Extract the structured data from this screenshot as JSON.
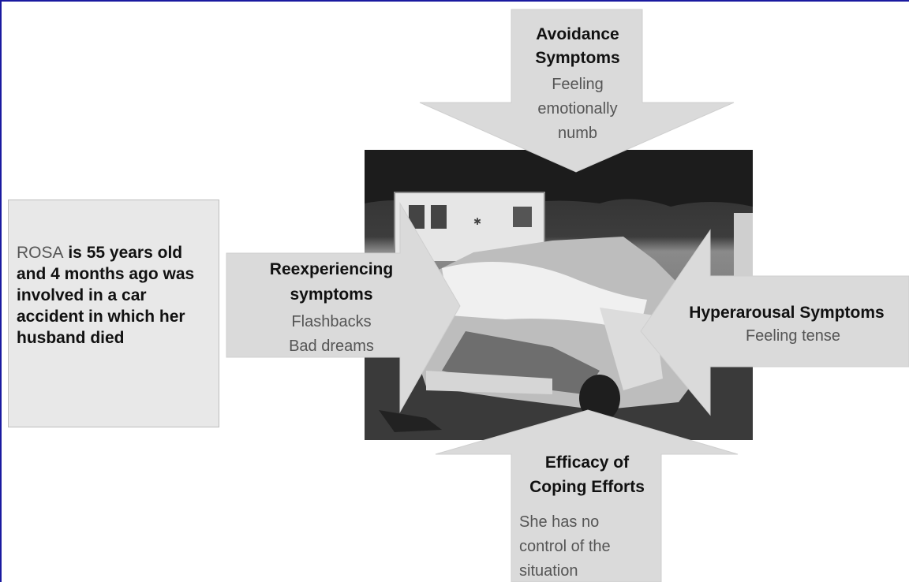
{
  "rosa_box": {
    "name": "ROSA",
    "description": " is 55 years old and 4 months ago was involved in a car  accident in which her husband died"
  },
  "avoidance": {
    "title_line1": "Avoidance",
    "title_line2": "Symptoms",
    "detail_line1": "Feeling",
    "detail_line2": "emotionally",
    "detail_line3": "numb"
  },
  "reexperiencing": {
    "title_line1": "Reexperiencing",
    "title_line2": "symptoms",
    "detail_line1": "Flashbacks",
    "detail_line2": "Bad dreams"
  },
  "hyperarousal": {
    "title": "Hyperarousal Symptoms",
    "detail": "Feeling tense"
  },
  "coping": {
    "title_line1": "Efficacy of",
    "title_line2": "Coping Efforts",
    "detail_line1": "She has no",
    "detail_line2": "control of the",
    "detail_line3": "situation"
  },
  "photo": {
    "description_icon": "car-crash-photo"
  }
}
